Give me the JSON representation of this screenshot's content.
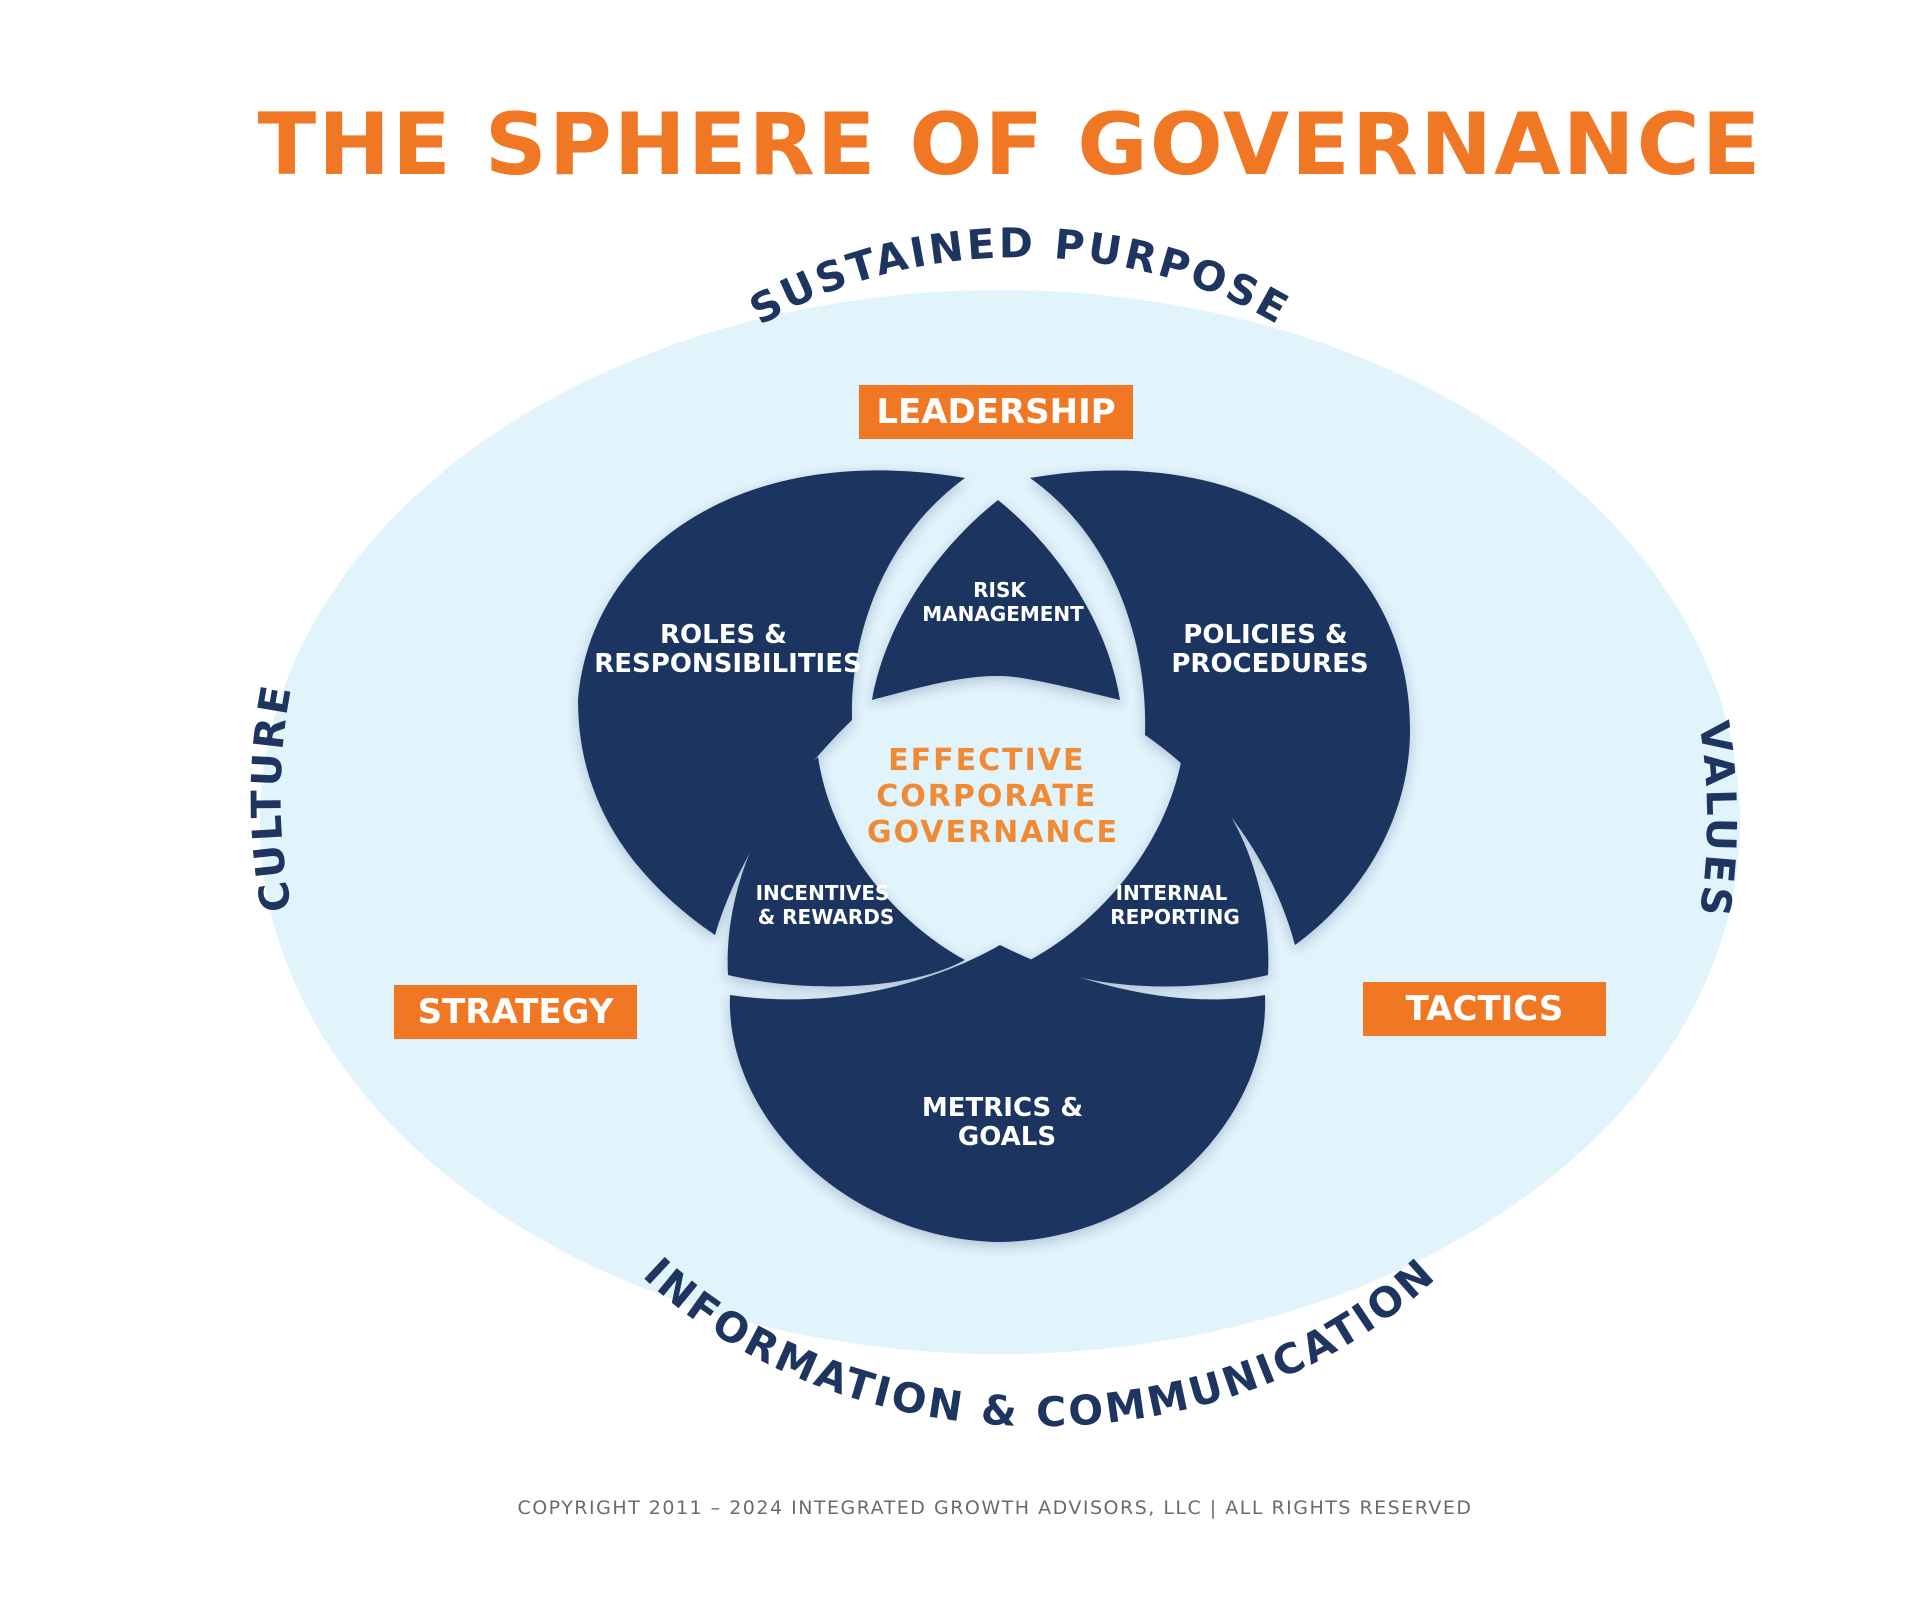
{
  "title": "THE SPHERE OF GOVERNANCE",
  "ring_labels": {
    "top": "SUSTAINED PURPOSE",
    "left": "CULTURE",
    "right": "VALUES",
    "bottom": "INFORMATION & COMMUNICATION"
  },
  "tags": {
    "leadership": "LEADERSHIP",
    "strategy": "STRATEGY",
    "tactics": "TACTICS"
  },
  "segments": {
    "roles": [
      "ROLES &",
      "RESPONSIBILITIES"
    ],
    "policies": [
      "POLICIES &",
      "PROCEDURES"
    ],
    "metrics": [
      "METRICS &",
      "GOALS"
    ],
    "risk": [
      "RISK",
      "MANAGEMENT"
    ],
    "incentives": [
      "INCENTIVES",
      "& REWARDS"
    ],
    "internal": [
      "INTERNAL",
      "REPORTING"
    ]
  },
  "center": [
    "EFFECTIVE",
    "CORPORATE",
    "GOVERNANCE"
  ],
  "copyright": "COPYRIGHT 2011 – 2024 INTEGRATED GROWTH ADVISORS, LLC | ALL RIGHTS RESERVED",
  "colors": {
    "orange": "#f07723",
    "navy": "#1e3560",
    "light_blue": "#e1f3fb",
    "white": "#ffffff"
  }
}
